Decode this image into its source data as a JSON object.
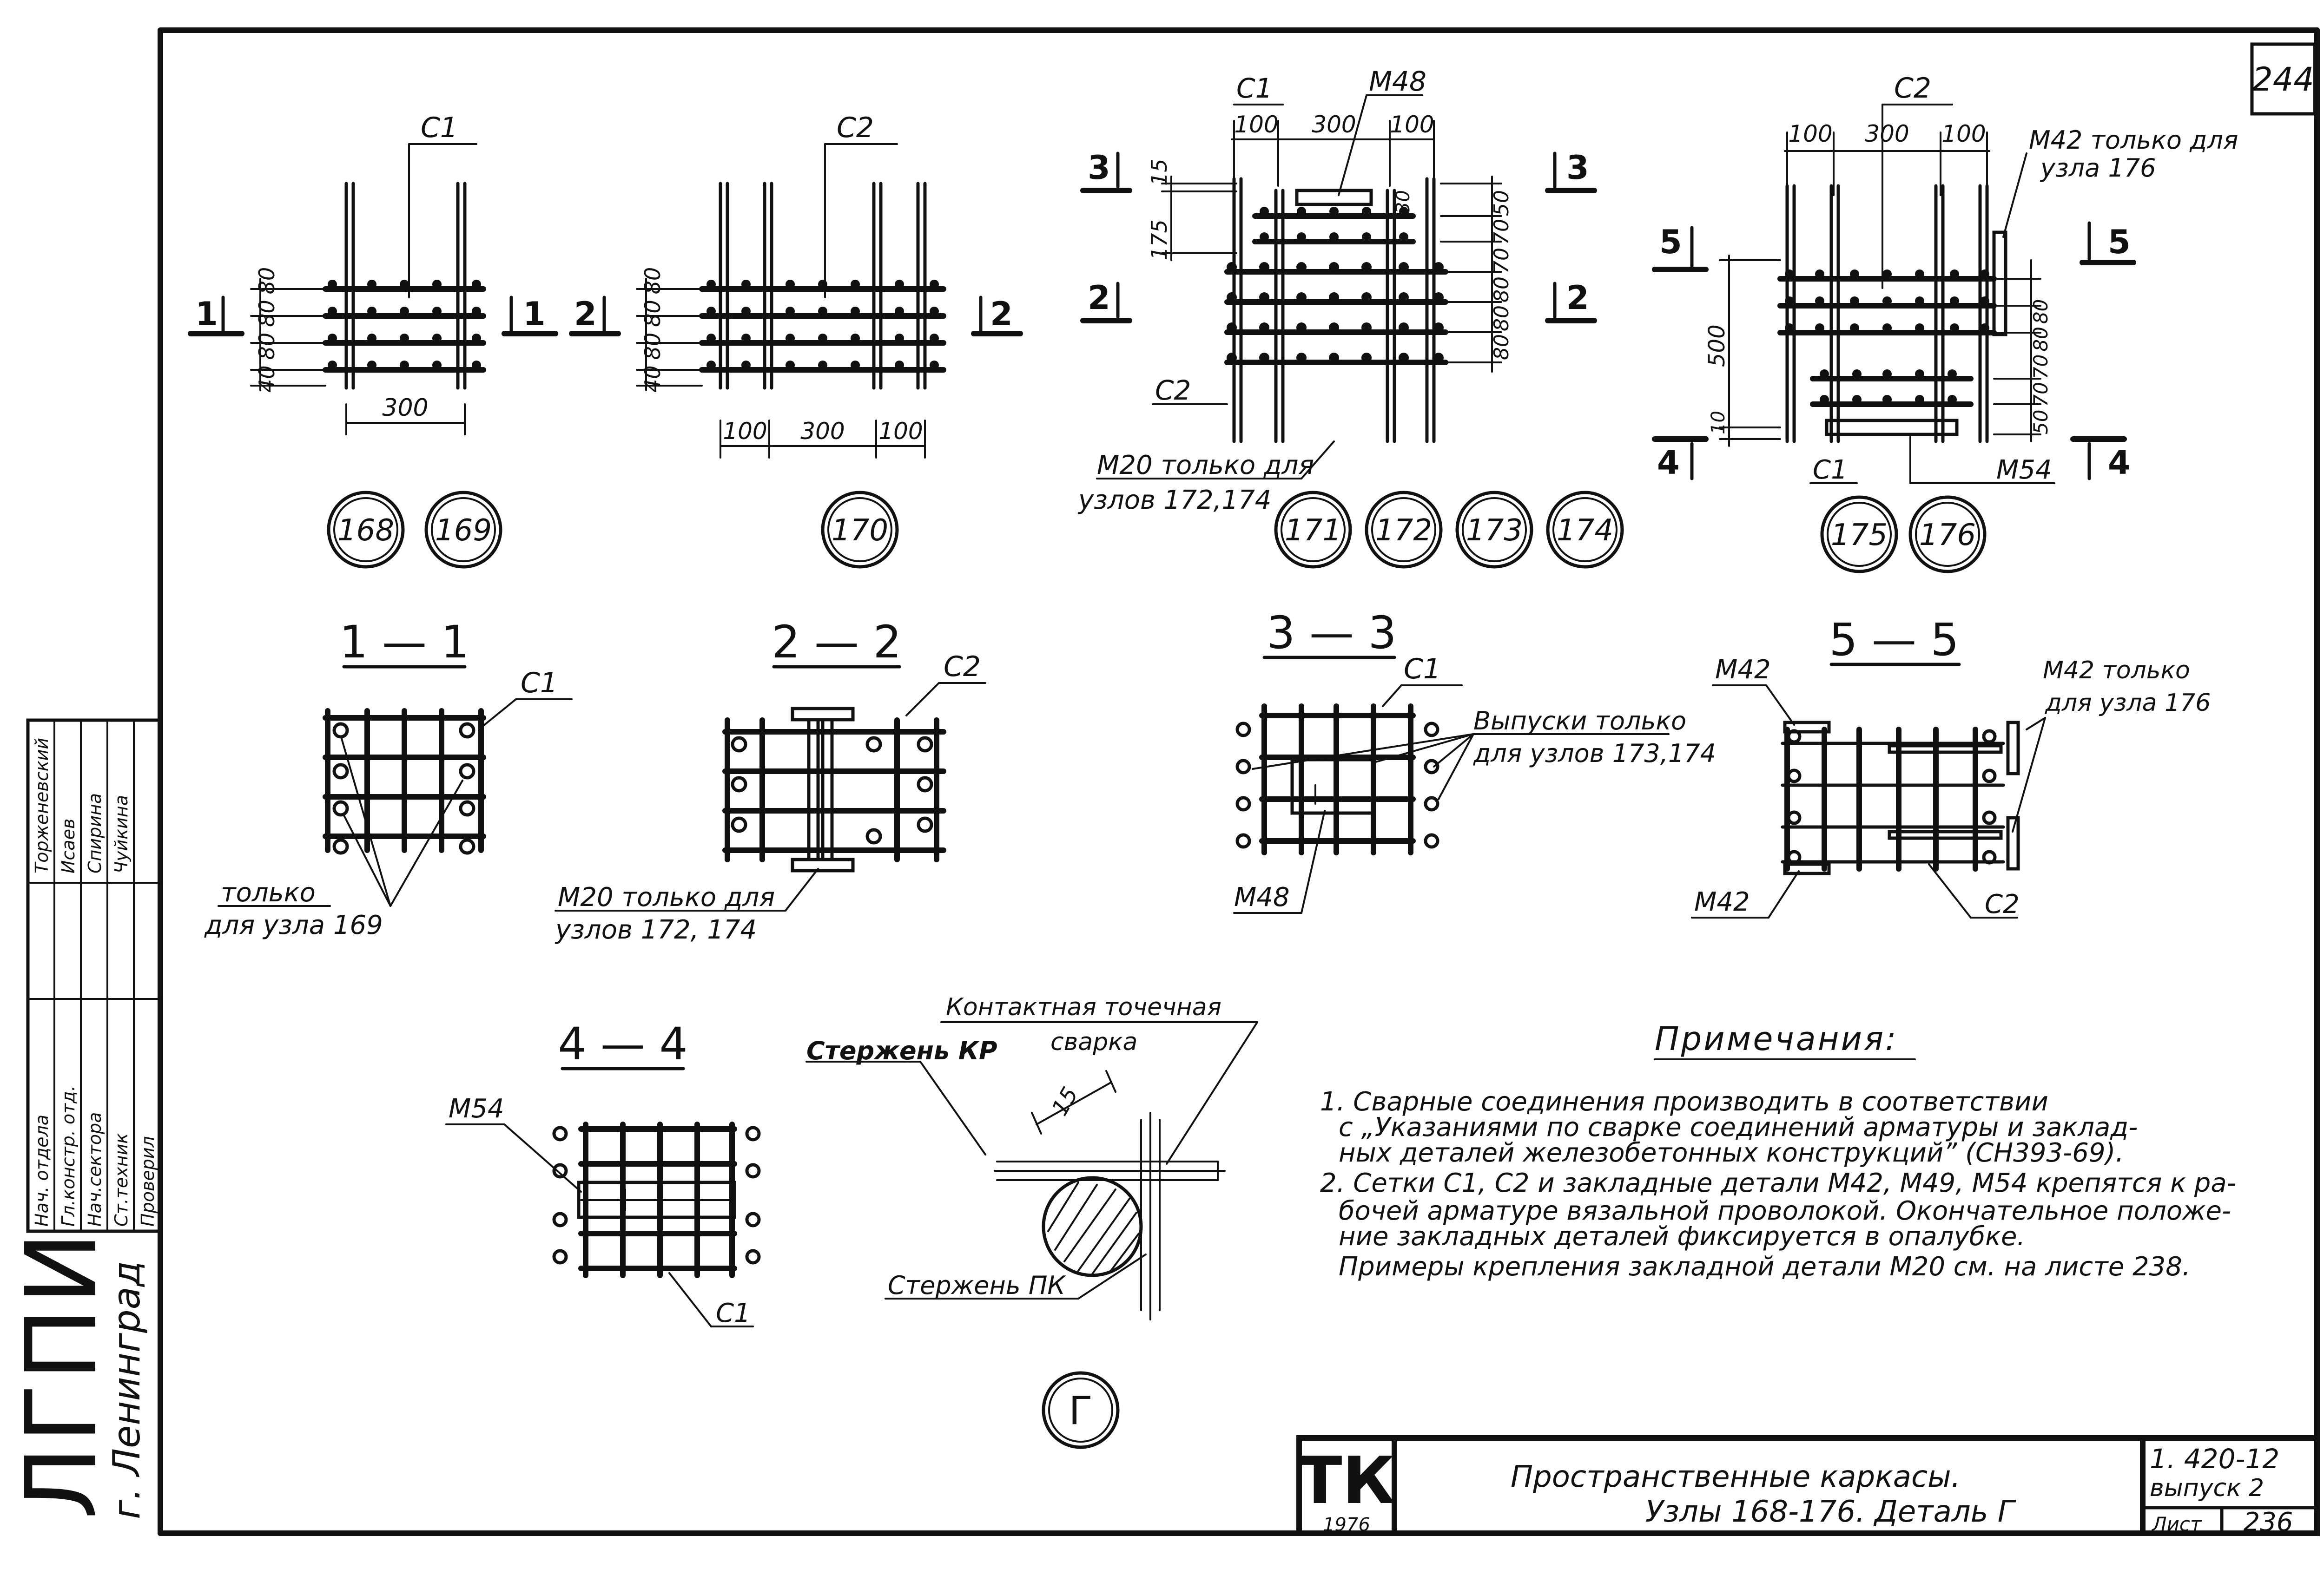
{
  "sheet_number": "244",
  "side_stamp": {
    "rows": [
      {
        "role": "Нач. отдела",
        "name": "Торженевский"
      },
      {
        "role": "Гл.констр. отд.",
        "name": "Исаев"
      },
      {
        "role": "Нач.сектора",
        "name": "Спирина"
      },
      {
        "role": "Ст.техник",
        "name": "Чуйкина"
      },
      {
        "role": "Проверил",
        "name": ""
      }
    ],
    "org_logo": "ЛГПИ",
    "city": "г. Ленинград"
  },
  "top_details": [
    {
      "bar_label": "С1",
      "section_left": "1",
      "section_right": "1",
      "dims_vertical": [
        "80",
        "80",
        "80",
        "40"
      ],
      "dims_bottom": [
        "300"
      ],
      "nodes": [
        "168",
        "169"
      ]
    },
    {
      "bar_label": "С2",
      "section_left": "2",
      "section_right": "2",
      "dims_vertical": [
        "80",
        "80",
        "80",
        "40"
      ],
      "dims_bottom": [
        "100",
        "300",
        "100"
      ],
      "nodes": [
        "170"
      ]
    },
    {
      "labels_top": [
        "С1",
        "М48"
      ],
      "dims_top": [
        "100",
        "300",
        "100"
      ],
      "dims_left": [
        "15",
        "175"
      ],
      "dims_small": [
        "30"
      ],
      "dims_right": [
        "50",
        "70",
        "70",
        "80",
        "80",
        "80"
      ],
      "sections": [
        "3",
        "3",
        "2",
        "2"
      ],
      "label_bottom_left": "С2",
      "note_line1": "М20 только для",
      "note_line2": "узлов 172,174",
      "nodes": [
        "171",
        "172",
        "173",
        "174"
      ]
    },
    {
      "label_top": "С2",
      "dims_top": [
        "100",
        "300",
        "100"
      ],
      "note_line1": "М42 только для",
      "note_line2": "узла 176",
      "dims_left": [
        "500",
        "10"
      ],
      "dims_right": [
        "80",
        "80",
        "70",
        "70",
        "50"
      ],
      "sections": [
        "5",
        "5",
        "4",
        "4"
      ],
      "labels_bottom": [
        "С1",
        "М54"
      ],
      "nodes": [
        "175",
        "176"
      ]
    }
  ],
  "sections": [
    {
      "title": "1 — 1",
      "label": "С1",
      "note_line1": "только",
      "note_line2": "для узла 169"
    },
    {
      "title": "2 — 2",
      "label": "С2",
      "note_line1": "М20 только для",
      "note_line2": "узлов 172, 174"
    },
    {
      "title": "3 — 3",
      "label": "С1",
      "note_line1": "Выпуски только",
      "note_line2": "для узлов 173,174",
      "label_bottom": "М48"
    },
    {
      "title": "5 — 5",
      "label_top_left": "М42",
      "note_line1": "М42 только",
      "note_line2": "для узла 176",
      "label_bottom_left": "М42",
      "label_bottom_right": "С2"
    },
    {
      "title": "4 — 4",
      "label": "М54",
      "label_bottom": "С1"
    }
  ],
  "detail_g": {
    "label_top_line1": "Контактная точечная",
    "label_top_line2": "сварка",
    "label_left": "Стержень КР",
    "label_bottom": "Стержень ПК",
    "dim": "15",
    "marker": "Г"
  },
  "notes": {
    "heading": "Примечания:",
    "lines": [
      "1. Сварные соединения производить в соответствии",
      "с „Указаниями по сварке соединений арматуры и заклад-",
      "ных деталей железобетонных конструкций” (СН393-69).",
      "2. Сетки С1, С2 и закладные детали М42, М49, М54 крепятся к ра-",
      "бочей арматуре вязальной проволокой. Окончательное положе-",
      "ние закладных деталей фиксируется в опалубке.",
      "Примеры крепления закладной детали М20 см. на листе 238."
    ]
  },
  "title_block": {
    "logo": "ТК",
    "logo_sub": "1976",
    "title_line1": "Пространственные каркасы.",
    "title_line2": "Узлы 168-176. Деталь Г",
    "series": "1. 420-12",
    "issue": "выпуск 2",
    "sheet_label": "Лист",
    "sheet_no": "236"
  }
}
